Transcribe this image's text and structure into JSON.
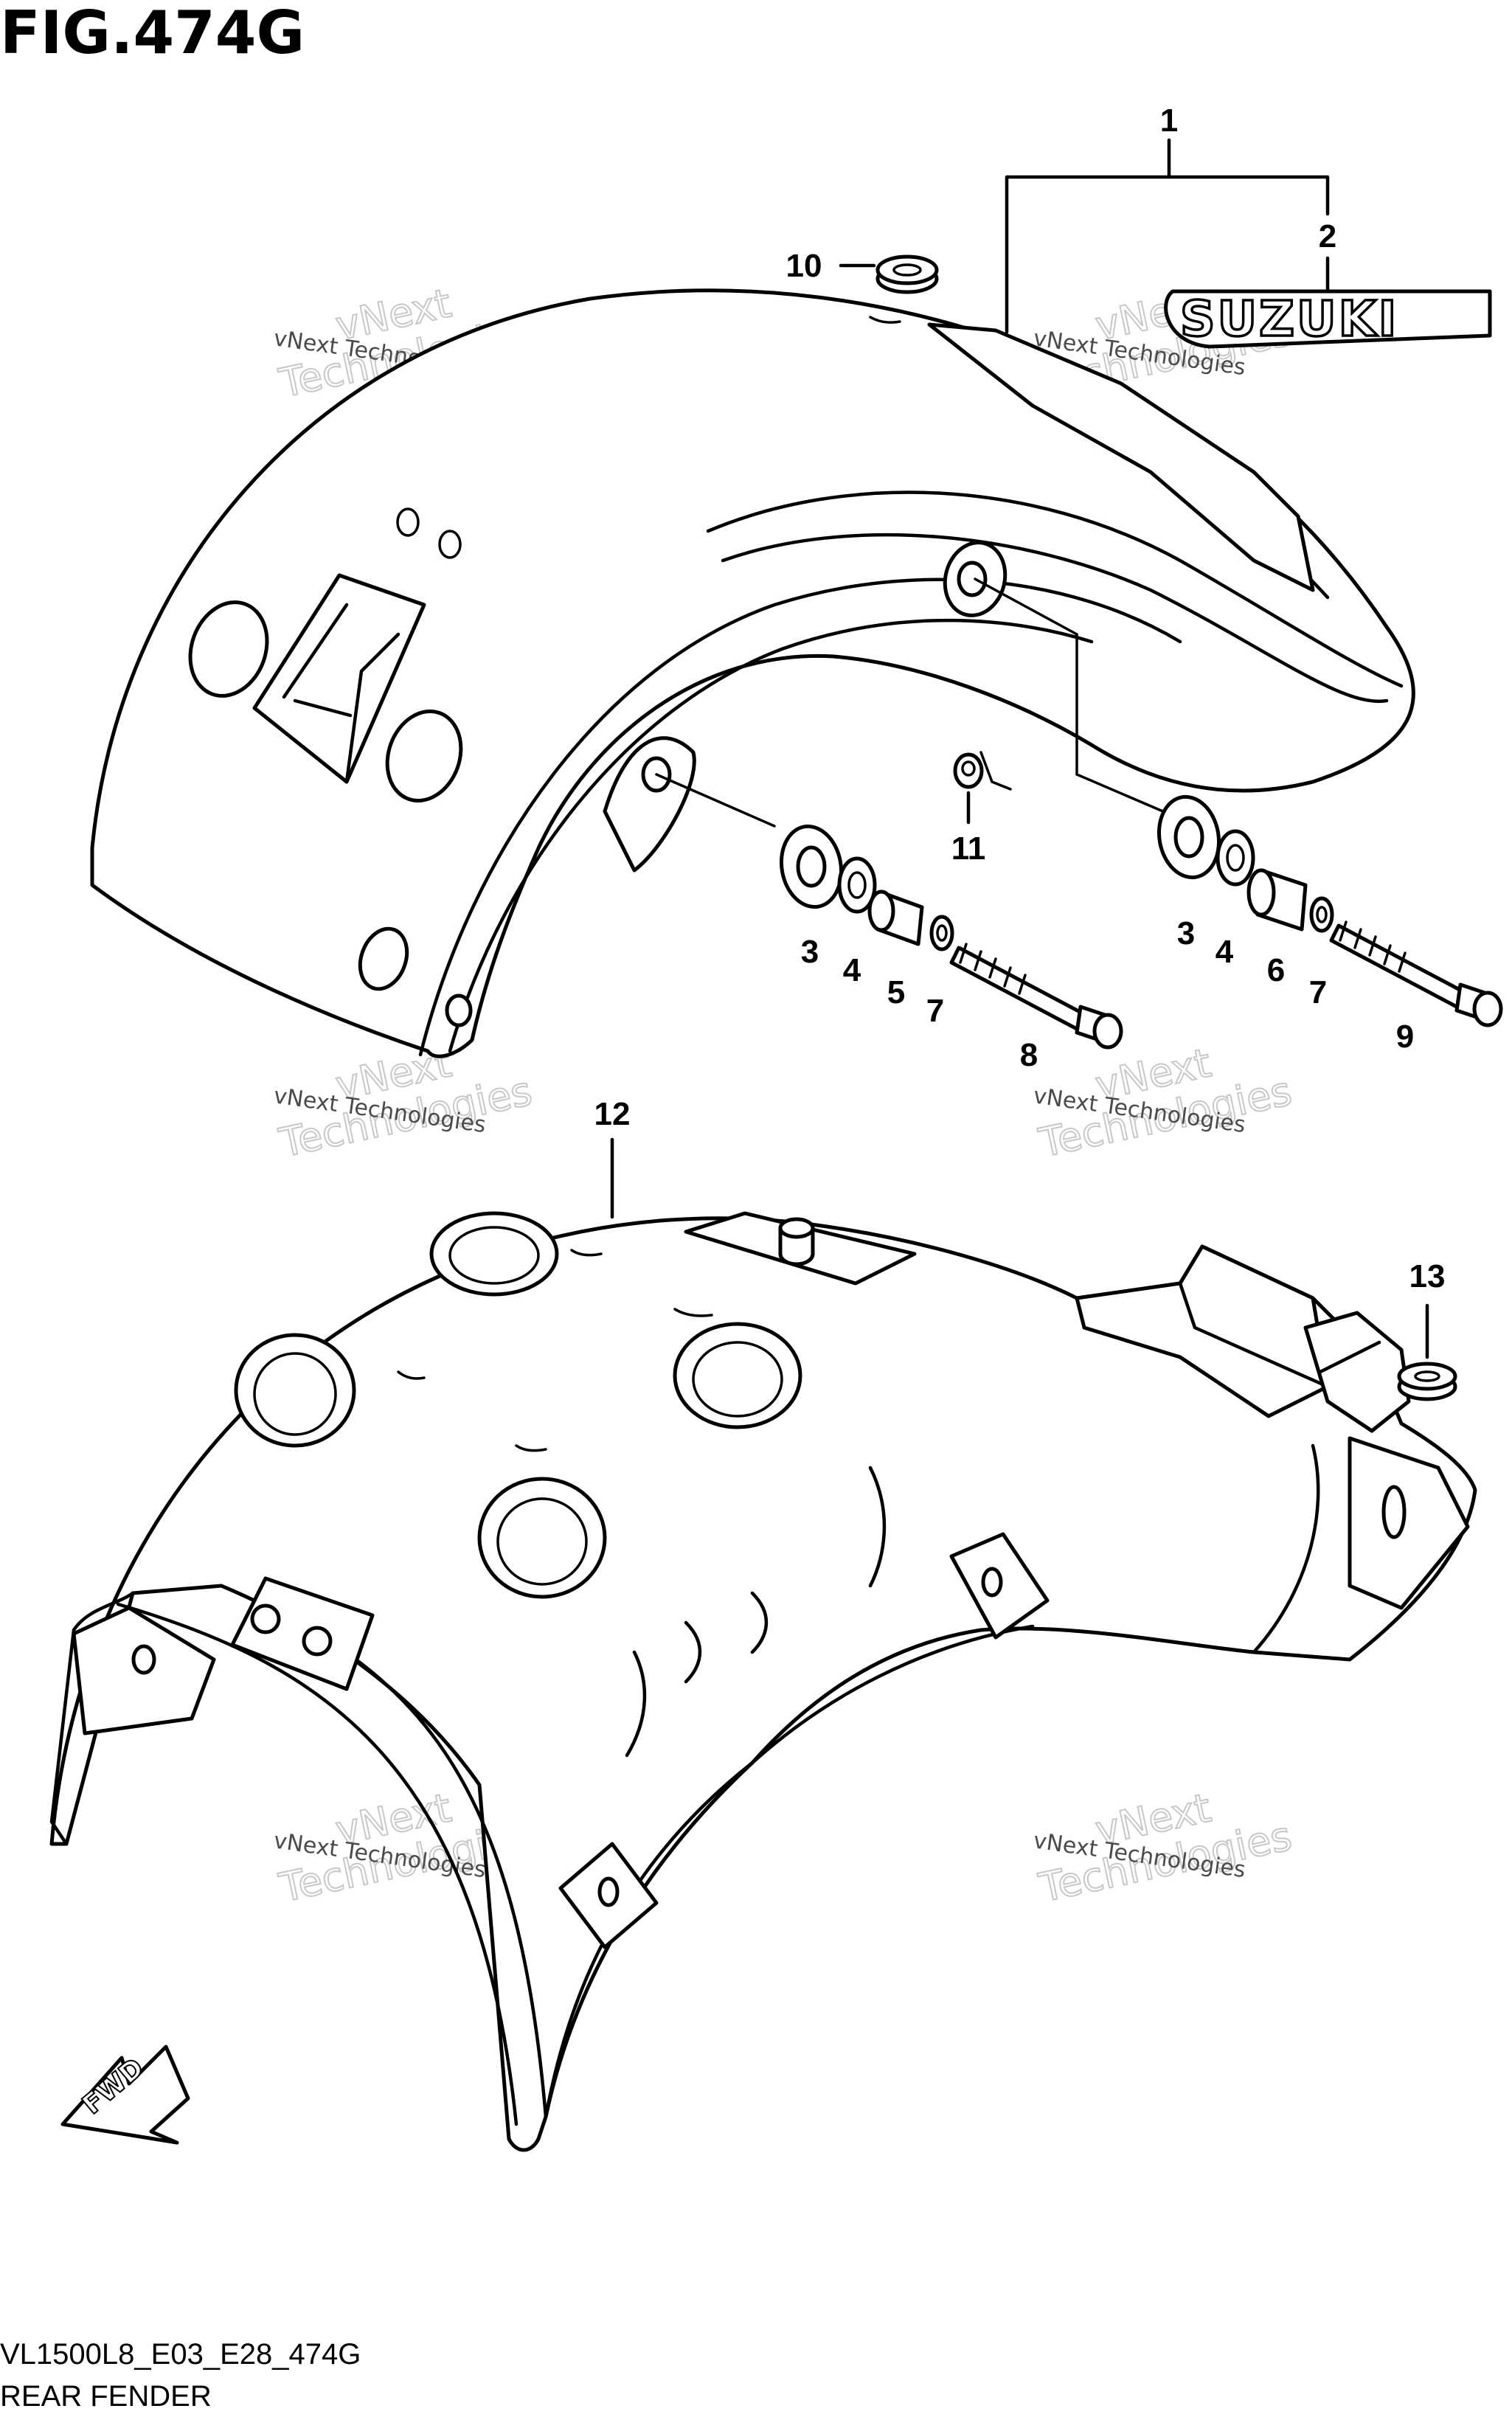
{
  "figure": {
    "title": "FIG.474G",
    "code": "VL1500L8_E03_E28_474G",
    "name": "REAR FENDER"
  },
  "emblem_text": "SUZUKI",
  "fwd_label": "FWD",
  "watermark": {
    "line1": "vNext Technologies",
    "line2": "vNext",
    "line3": "Technologies"
  },
  "callouts": {
    "c1": "1",
    "c2": "2",
    "c3a": "3",
    "c3b": "3",
    "c4a": "4",
    "c4b": "4",
    "c5": "5",
    "c6": "6",
    "c7a": "7",
    "c7b": "7",
    "c8": "8",
    "c9": "9",
    "c10": "10",
    "c11": "11",
    "c12": "12",
    "c13": "13"
  }
}
